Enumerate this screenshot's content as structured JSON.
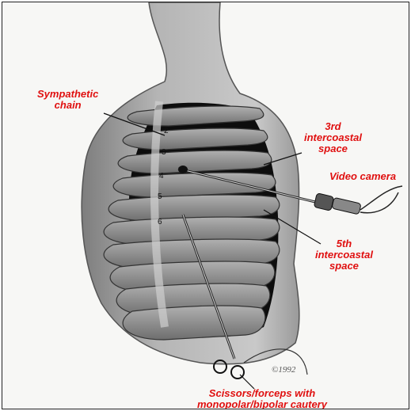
{
  "labels": {
    "sympathetic_chain": [
      "Sympathetic",
      "chain"
    ],
    "third_space": [
      "3rd",
      "intercoastal",
      "space"
    ],
    "video_camera": "Video camera",
    "fifth_space": [
      "5th",
      "intercoastal",
      "space"
    ],
    "instruments": [
      "Scissors/forceps with",
      "monopolar/bipolar cautery"
    ]
  },
  "rib_numbers": [
    "2",
    "3",
    "4",
    "5",
    "6"
  ],
  "signature": "©1992",
  "colors": {
    "label": "#e01010",
    "background": "#f7f7f5",
    "body_shade": "#a9a9a9",
    "intercostal_space": "#0d0d0d",
    "rib": "#8a8a8a"
  }
}
